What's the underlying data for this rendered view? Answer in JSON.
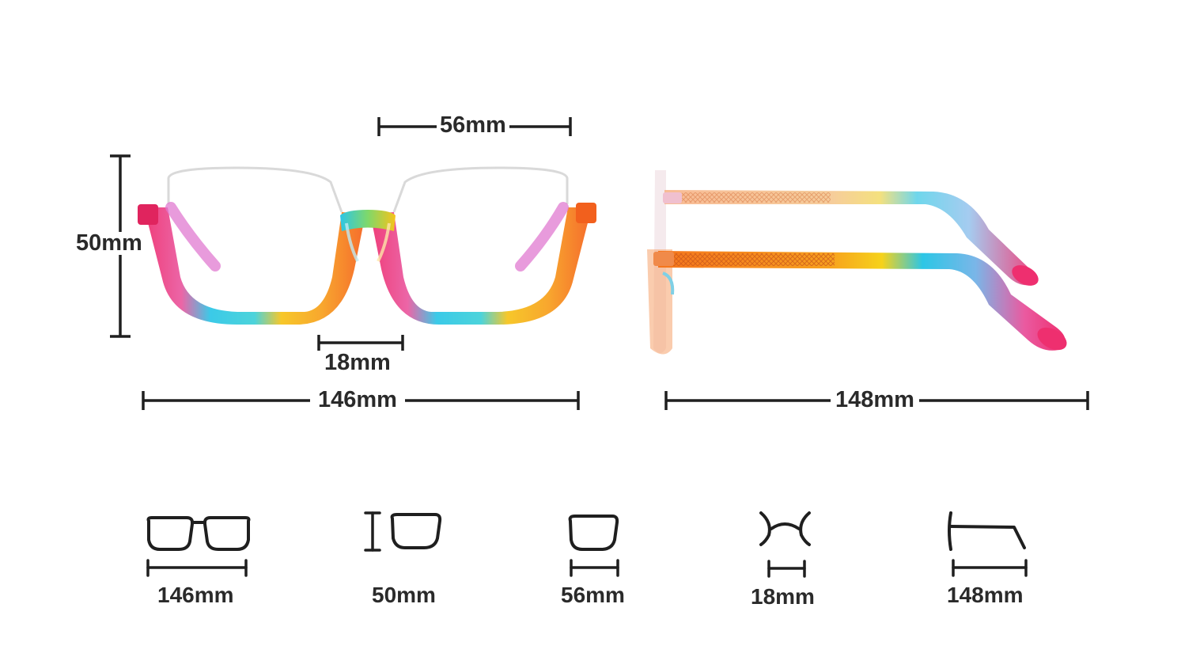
{
  "measurements": {
    "lens_width": "56mm",
    "lens_height": "50mm",
    "bridge_width": "18mm",
    "frame_width": "146mm",
    "temple_length": "148mm"
  },
  "icons": [
    {
      "name": "frame-width-icon",
      "label": "146mm"
    },
    {
      "name": "lens-height-icon",
      "label": "50mm"
    },
    {
      "name": "lens-width-icon",
      "label": "56mm"
    },
    {
      "name": "bridge-width-icon",
      "label": "18mm"
    },
    {
      "name": "temple-length-icon",
      "label": "148mm"
    }
  ],
  "colors": {
    "dimension_line": "#1f1f1f",
    "pink": "#ee2f6f",
    "cyan": "#2cc6e6",
    "yellow": "#f6c31a",
    "orange": "#f5751d"
  }
}
